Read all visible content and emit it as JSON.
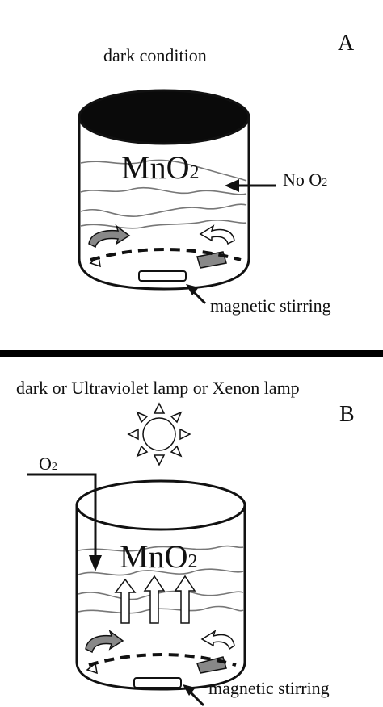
{
  "panel_a": {
    "letter": "A",
    "condition": "dark condition",
    "material": "MnO",
    "subscript": "2",
    "oxygen_prefix": "No O",
    "oxygen_sub": "2",
    "stirring": "magnetic stirring"
  },
  "panel_b": {
    "letter": "B",
    "condition": "dark or Ultraviolet lamp or Xenon lamp",
    "material": "MnO",
    "subscript": "2",
    "oxygen_prefix": "O",
    "oxygen_sub": "2",
    "stirring": "magnetic stirring"
  },
  "colors": {
    "ink": "#111111",
    "liquid_lines": "#777777",
    "paddle": "#888888",
    "divider": "#000000"
  },
  "icons": [
    "sun-icon",
    "beaker-icon",
    "stir-bar-icon",
    "arrow-icon"
  ]
}
